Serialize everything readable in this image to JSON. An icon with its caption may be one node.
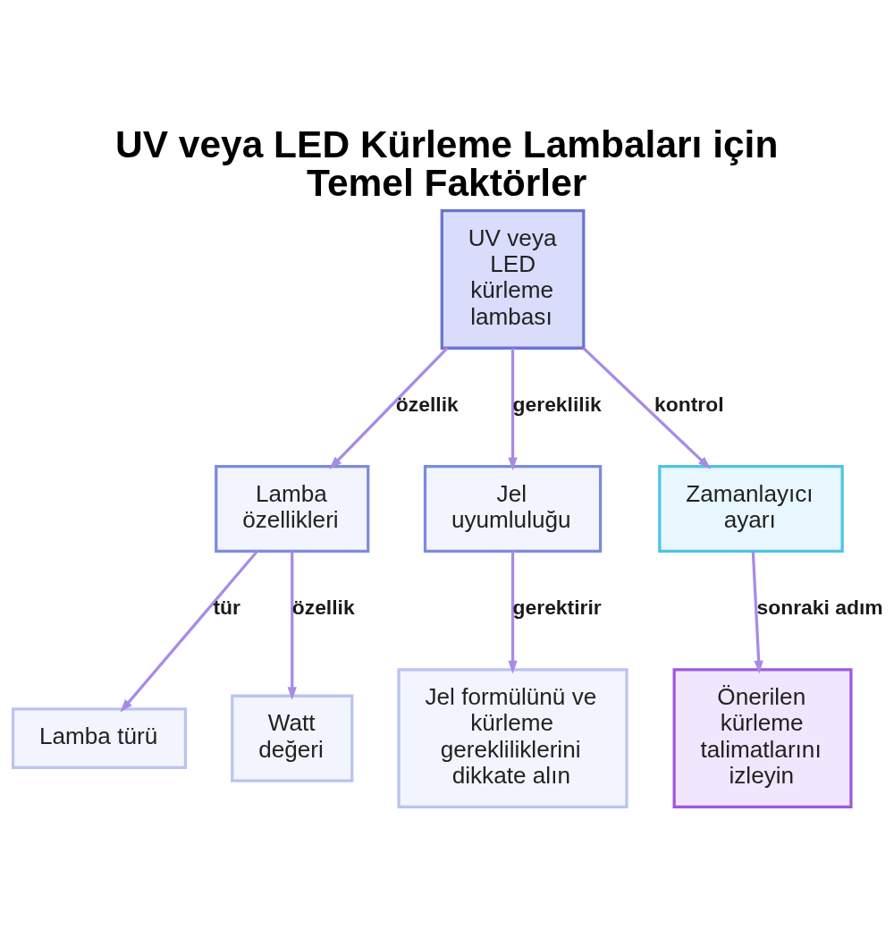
{
  "diagram": {
    "title": "UV veya LED Kürleme Lambaları için Temel Faktörler",
    "nodes": [
      {
        "text": [
          "UV veya LED kürleme lambası"
        ]
      },
      {
        "text": [
          "Lamba özellikleri"
        ]
      },
      {
        "text": [
          "Jel uyumluluğu"
        ]
      },
      {
        "text": [
          "Zamanlayıcı ayarı"
        ]
      },
      {
        "text": [
          "Lamba türü"
        ]
      },
      {
        "text": [
          "Watt değeri"
        ]
      },
      {
        "text": [
          "Jel formülünü ve kürleme gerekliliklerini dikkate alın"
        ]
      },
      {
        "text": [
          "Önerilen kürleme talimatlarını izleyin"
        ]
      }
    ],
    "edges": [
      {
        "from": 0,
        "to": 1,
        "arrow": "to",
        "label": "özellik"
      },
      {
        "from": 0,
        "to": 2,
        "arrow": "to",
        "label": "gereklilik"
      },
      {
        "from": 0,
        "to": 3,
        "arrow": "to",
        "label": "kontrol"
      },
      {
        "from": 1,
        "to": 4,
        "arrow": "to",
        "label": "tür"
      },
      {
        "from": 1,
        "to": 5,
        "arrow": "to",
        "label": "özellik"
      },
      {
        "from": 2,
        "to": 6,
        "arrow": "to",
        "label": "gerektirir"
      },
      {
        "from": 3,
        "to": 7,
        "arrow": "to",
        "label": "sonraki adım"
      }
    ]
  }
}
